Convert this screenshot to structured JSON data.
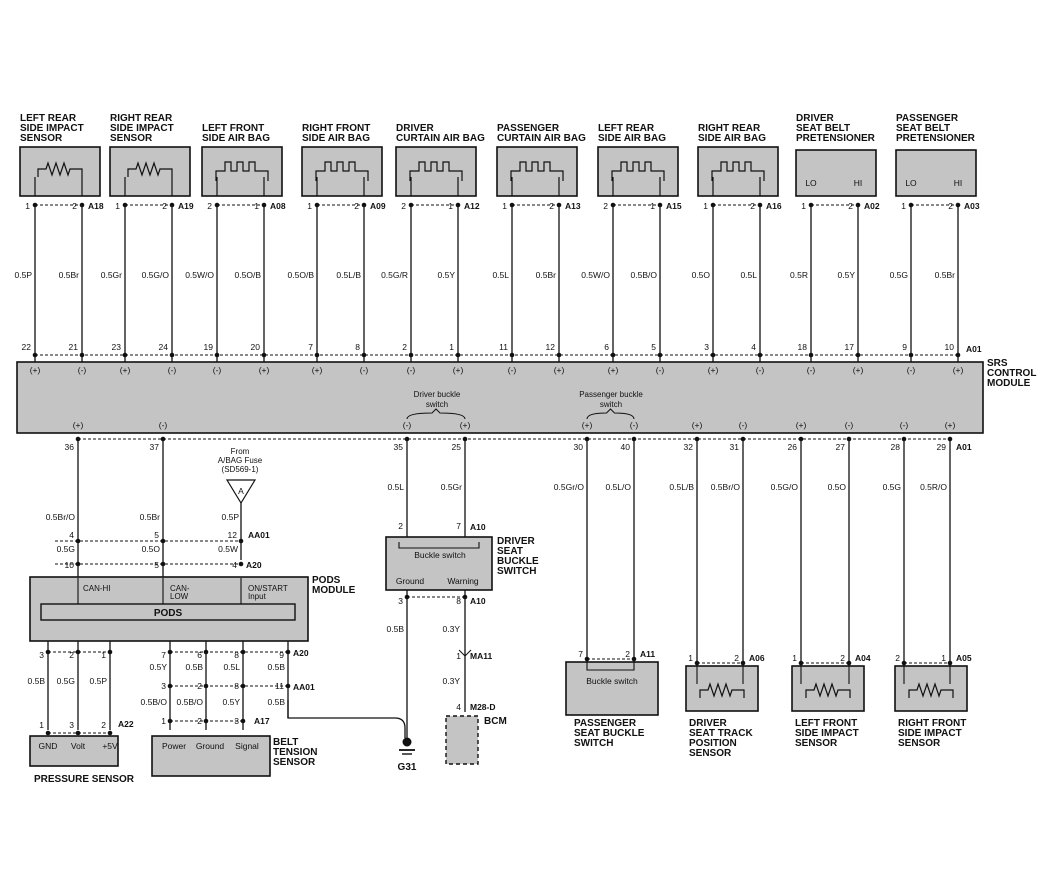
{
  "top_components": [
    {
      "id": "lrsis",
      "label": "LEFT REAR\nSIDE IMPACT\nSENSOR",
      "kind": "resistor",
      "pins": [
        "1",
        "2"
      ],
      "conn": "A18",
      "wires": [
        "0.5P",
        "0.5Br"
      ],
      "ecu_pins": [
        "22",
        "21"
      ],
      "ecu_sym": [
        "(+)",
        "(-)"
      ]
    },
    {
      "id": "rrsis",
      "label": "RIGHT REAR\nSIDE IMPACT\nSENSOR",
      "kind": "resistor",
      "pins": [
        "1",
        "2"
      ],
      "conn": "A19",
      "wires": [
        "0.5Gr",
        "0.5G/O"
      ],
      "ecu_pins": [
        "23",
        "24"
      ],
      "ecu_sym": [
        "(+)",
        "(-)"
      ]
    },
    {
      "id": "lfsab",
      "label": "LEFT FRONT\nSIDE AIR BAG",
      "kind": "squib",
      "pins": [
        "2",
        "1"
      ],
      "conn": "A08",
      "wires": [
        "0.5W/O",
        "0.5O/B"
      ],
      "ecu_pins": [
        "19",
        "20"
      ],
      "ecu_sym": [
        "(-)",
        "(+)"
      ]
    },
    {
      "id": "rfsab",
      "label": "RIGHT FRONT\nSIDE AIR BAG",
      "kind": "squib",
      "pins": [
        "1",
        "2"
      ],
      "conn": "A09",
      "wires": [
        "0.5O/B",
        "0.5L/B"
      ],
      "ecu_pins": [
        "7",
        "8"
      ],
      "ecu_sym": [
        "(+)",
        "(-)"
      ]
    },
    {
      "id": "dcab",
      "label": "DRIVER\nCURTAIN AIR BAG",
      "kind": "squib",
      "pins": [
        "2",
        "1"
      ],
      "conn": "A12",
      "wires": [
        "0.5G/R",
        "0.5Y"
      ],
      "ecu_pins": [
        "2",
        "1"
      ],
      "ecu_sym": [
        "(-)",
        "(+)"
      ]
    },
    {
      "id": "pcab",
      "label": "PASSENGER\nCURTAIN AIR BAG",
      "kind": "squib",
      "pins": [
        "1",
        "2"
      ],
      "conn": "A13",
      "wires": [
        "0.5L",
        "0.5Br"
      ],
      "ecu_pins": [
        "11",
        "12"
      ],
      "ecu_sym": [
        "(-)",
        "(+)"
      ]
    },
    {
      "id": "lrsab",
      "label": "LEFT REAR\nSIDE AIR BAG",
      "kind": "squib",
      "pins": [
        "2",
        "1"
      ],
      "conn": "A15",
      "wires": [
        "0.5W/O",
        "0.5B/O"
      ],
      "ecu_pins": [
        "6",
        "5"
      ],
      "ecu_sym": [
        "(+)",
        "(-)"
      ]
    },
    {
      "id": "rrsab",
      "label": "RIGHT REAR\nSIDE AIR BAG",
      "kind": "squib",
      "pins": [
        "1",
        "2"
      ],
      "conn": "A16",
      "wires": [
        "0.5O",
        "0.5L"
      ],
      "ecu_pins": [
        "3",
        "4"
      ],
      "ecu_sym": [
        "(+)",
        "(-)"
      ]
    },
    {
      "id": "dsbp",
      "label": "DRIVER\nSEAT BELT\nPRETENSIONER",
      "kind": "lohi",
      "pins": [
        "1",
        "2"
      ],
      "conn": "A02",
      "wires": [
        "0.5R",
        "0.5Y"
      ],
      "ecu_pins": [
        "18",
        "17"
      ],
      "ecu_sym": [
        "(-)",
        "(+)"
      ]
    },
    {
      "id": "psbp",
      "label": "PASSENGER\nSEAT BELT\nPRETENSIONER",
      "kind": "lohi",
      "pins": [
        "1",
        "2"
      ],
      "conn": "A03",
      "wires": [
        "0.5G",
        "0.5Br"
      ],
      "ecu_pins": [
        "9",
        "10"
      ],
      "ecu_sym": [
        "(-)",
        "(+)"
      ]
    }
  ],
  "lohi": {
    "lo": "LO",
    "hi": "HI"
  },
  "srs": {
    "label": "SRS\nCONTROL\nMODULE",
    "top_conn": "A01",
    "bottom_conn": "A01",
    "driver_buckle": "Driver buckle\nswitch",
    "passenger_buckle": "Passenger buckle\nswitch",
    "bottom_pins": [
      {
        "pin": "36",
        "sym": "(+)",
        "wire": "0.5Br/O"
      },
      {
        "pin": "37",
        "sym": "(-)",
        "wire": "0.5Br"
      },
      {
        "pin": "35",
        "sym": "(-)",
        "wire": "0.5L"
      },
      {
        "pin": "25",
        "sym": "(+)",
        "wire": "0.5Gr"
      },
      {
        "pin": "30",
        "sym": "(+)",
        "wire": "0.5Gr/O"
      },
      {
        "pin": "40",
        "sym": "(-)",
        "wire": "0.5L/O"
      },
      {
        "pin": "32",
        "sym": "(+)",
        "wire": "0.5L/B"
      },
      {
        "pin": "31",
        "sym": "(-)",
        "wire": "0.5Br/O"
      },
      {
        "pin": "26",
        "sym": "(+)",
        "wire": "0.5G/O"
      },
      {
        "pin": "27",
        "sym": "(-)",
        "wire": "0.5O"
      },
      {
        "pin": "28",
        "sym": "(-)",
        "wire": "0.5G"
      },
      {
        "pin": "29",
        "sym": "(+)",
        "wire": "0.5R/O"
      }
    ]
  },
  "fuse_ref": {
    "text": "From\nA/BAG Fuse\n(SD569-1)",
    "symbol": "A"
  },
  "pods_conn": {
    "aa01_pins": [
      "4",
      "5",
      "12"
    ],
    "aa01_conn": "AA01",
    "lower_wires": [
      "0.5G",
      "0.5O",
      "0.5W"
    ],
    "a20_pins": [
      "10",
      "5",
      "4"
    ],
    "a20_conn": "A20"
  },
  "pods": {
    "label": "PODS\nMODULE",
    "inner": "PODS",
    "ports": [
      "CAN-HI",
      "CAN-\nLOW",
      "ON/START\nInput"
    ]
  },
  "pods_lower": {
    "left_pins": [
      "3",
      "2",
      "1"
    ],
    "left_wires": [
      "0.5B",
      "0.5G",
      "0.5P"
    ],
    "right_pins": [
      "7",
      "6",
      "8",
      "9"
    ],
    "right_conn": "A20",
    "right_wires": [
      "0.5Y",
      "0.5B",
      "0.5L",
      "0.5B"
    ],
    "aa_pins": [
      "3",
      "2",
      "8",
      "11"
    ],
    "aa_conn": "AA01",
    "aa_wires": [
      "0.5B/O",
      "0.5B/O",
      "0.5Y",
      "0.5B"
    ],
    "a17_pins": [
      "1",
      "2",
      "3"
    ],
    "a17_conn": "A17",
    "a22_pins": [
      "1",
      "3",
      "2"
    ],
    "a22_conn": "A22"
  },
  "pressure_sensor": {
    "label": "PRESSURE SENSOR",
    "ports": [
      "GND",
      "Volt",
      "+5V"
    ]
  },
  "belt_tension": {
    "label": "BELT\nTENSION\nSENSOR",
    "ports": [
      "Power",
      "Ground",
      "Signal"
    ]
  },
  "driver_buckle": {
    "label": "DRIVER\nSEAT\nBUCKLE\nSWITCH",
    "inner": "Buckle switch",
    "top_pins": [
      "2",
      "7"
    ],
    "top_conn": "A10",
    "ports": [
      "Ground",
      "Warning"
    ],
    "bottom_pins": [
      "3",
      "8"
    ],
    "bottom_conn": "A10",
    "ground_wire": "0.5B",
    "warn_wire1": "0.3Y",
    "ma11_pin": "1",
    "ma11_conn": "MA11",
    "warn_wire2": "0.3Y",
    "m28_pin": "4",
    "m28_conn": "M28-D",
    "bcm": "BCM",
    "ground_label": "G31"
  },
  "bottom_components": [
    {
      "id": "psbs",
      "label": "PASSENGER\nSEAT BUCKLE\nSWITCH",
      "inner": "Buckle switch",
      "pins": [
        "7",
        "2"
      ],
      "conn": "A11"
    },
    {
      "id": "dstp",
      "label": "DRIVER\nSEAT TRACK\nPOSITION\nSENSOR",
      "pins": [
        "1",
        "2"
      ],
      "conn": "A06"
    },
    {
      "id": "lfsis",
      "label": "LEFT FRONT\nSIDE IMPACT\nSENSOR",
      "pins": [
        "1",
        "2"
      ],
      "conn": "A04"
    },
    {
      "id": "rfsis",
      "label": "RIGHT FRONT\nSIDE IMPACT\nSENSOR",
      "pins": [
        "2",
        "1"
      ],
      "conn": "A05"
    }
  ]
}
